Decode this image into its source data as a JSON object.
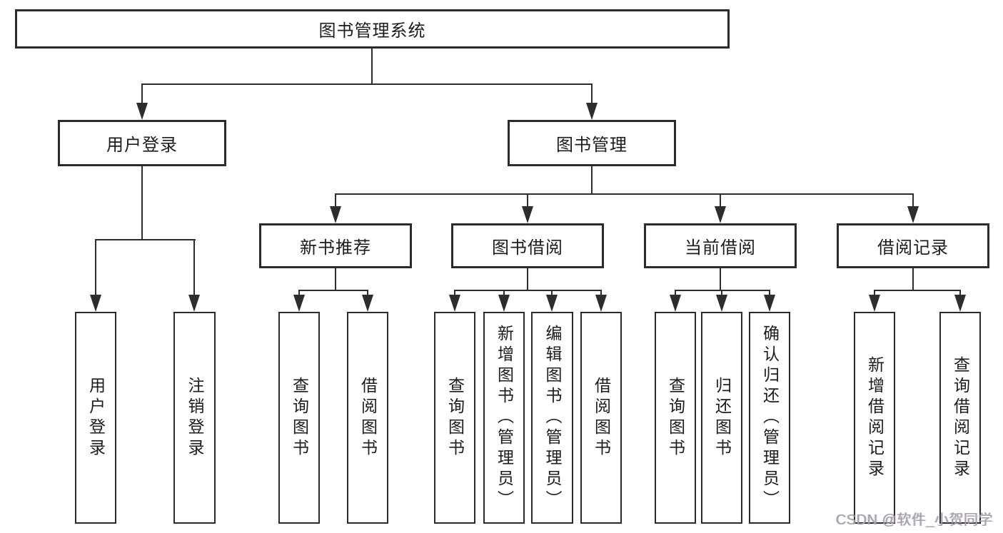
{
  "diagram": {
    "type": "hierarchy-tree",
    "root": {
      "label": "图书管理系统"
    },
    "level2": [
      {
        "label": "用户登录"
      },
      {
        "label": "图书管理"
      }
    ],
    "level3": [
      {
        "label": "新书推荐",
        "parent": "图书管理"
      },
      {
        "label": "图书借阅",
        "parent": "图书管理"
      },
      {
        "label": "当前借阅",
        "parent": "图书管理"
      },
      {
        "label": "借阅记录",
        "parent": "图书管理"
      }
    ],
    "level4": [
      {
        "label": "用户登录",
        "parent": "用户登录"
      },
      {
        "label": "注销登录",
        "parent": "用户登录"
      },
      {
        "label": "查询图书",
        "parent": "新书推荐"
      },
      {
        "label": "借阅图书",
        "parent": "新书推荐"
      },
      {
        "label": "查询图书",
        "parent": "图书借阅"
      },
      {
        "label": "新增图书（管理员）",
        "parent": "图书借阅"
      },
      {
        "label": "编辑图书（管理员）",
        "parent": "图书借阅"
      },
      {
        "label": "借阅图书",
        "parent": "图书借阅"
      },
      {
        "label": "查询图书",
        "parent": "当前借阅"
      },
      {
        "label": "归还图书",
        "parent": "当前借阅"
      },
      {
        "label": "确认归还（管理员）",
        "parent": "当前借阅"
      },
      {
        "label": "新增借阅记录",
        "parent": "借阅记录"
      },
      {
        "label": "查询借阅记录",
        "parent": "借阅记录"
      }
    ]
  },
  "watermark": "CSDN @软件_小贺同学",
  "colors": {
    "line": "#2d2d2d",
    "box_border": "#2b2b2b",
    "text": "#1c1c1c",
    "background": "#ffffff",
    "watermark": "#a1a1a9"
  }
}
